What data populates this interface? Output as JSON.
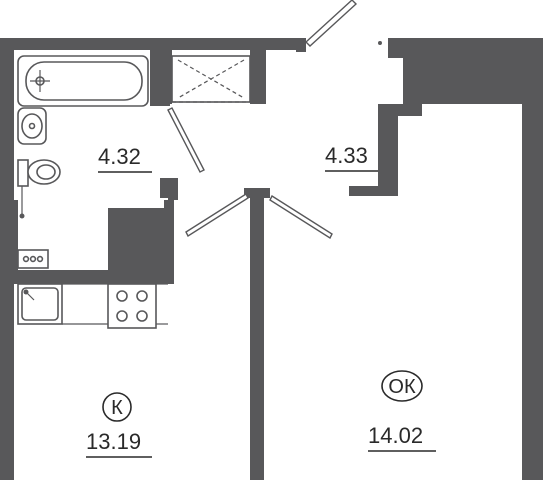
{
  "rooms": {
    "bathroom": {
      "area": "4.32"
    },
    "hallway": {
      "area": "4.33"
    },
    "kitchen": {
      "code": "К",
      "area": "13.19"
    },
    "living_room": {
      "code": "ОК",
      "area": "14.02"
    }
  },
  "colors": {
    "wall": "#58585a",
    "background": "#ffffff",
    "text": "#2a2a2a"
  }
}
